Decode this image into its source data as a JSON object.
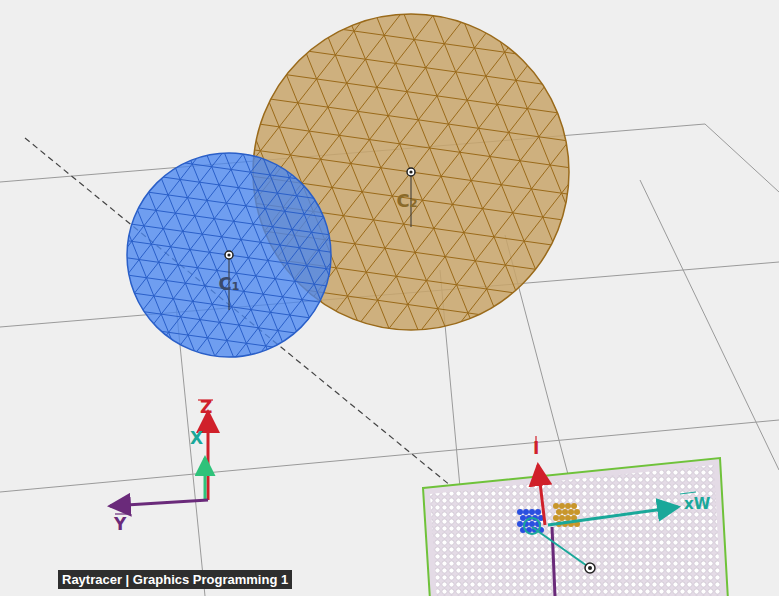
{
  "diagram": {
    "caption": "Raytracer | Graphics Programming 1",
    "nodes": [
      {
        "text": [
          "C₁"
        ]
      },
      {
        "text": [
          "C₂"
        ]
      }
    ],
    "labels": [
      "Z",
      "X",
      "Y",
      "I",
      "xW"
    ]
  }
}
